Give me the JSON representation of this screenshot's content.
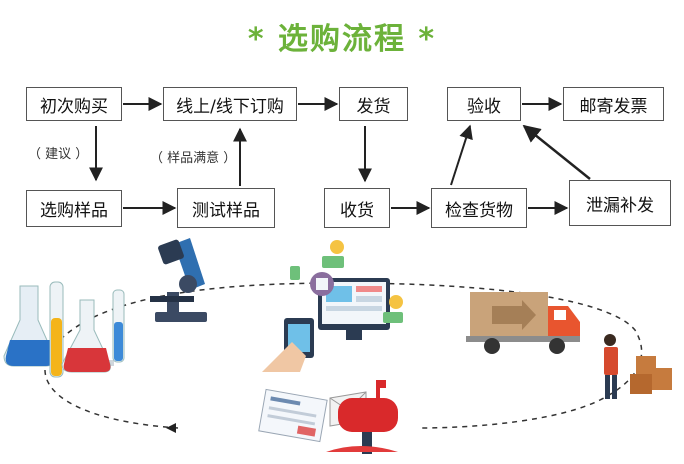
{
  "title": "* 选购流程 *",
  "steps": {
    "initial_purchase": "初次购买",
    "order_online_offline": "线上/线下订购",
    "ship": "发货",
    "inspection": "验收",
    "mail_invoice": "邮寄发票",
    "select_samples": "选购样品",
    "test_samples": "测试样品",
    "receive": "收货",
    "check_goods": "检查货物",
    "replenish": "泄漏补发"
  },
  "notes": {
    "suggest": "（ 建议 ）",
    "sample_satisfied": "（ 样品满意 ）"
  },
  "icons": [
    "lab-flasks-icon",
    "microscope-icon",
    "online-shopping-icon",
    "delivery-truck-icon",
    "courier-boxes-icon",
    "mailbox-invoice-icon",
    "dashed-cycle-arrow-icon"
  ],
  "colors": {
    "title": "#6cb23a",
    "box_border": "#555555",
    "arrow": "#222222",
    "truck": "#e8552f",
    "mailbox": "#d9292b"
  }
}
